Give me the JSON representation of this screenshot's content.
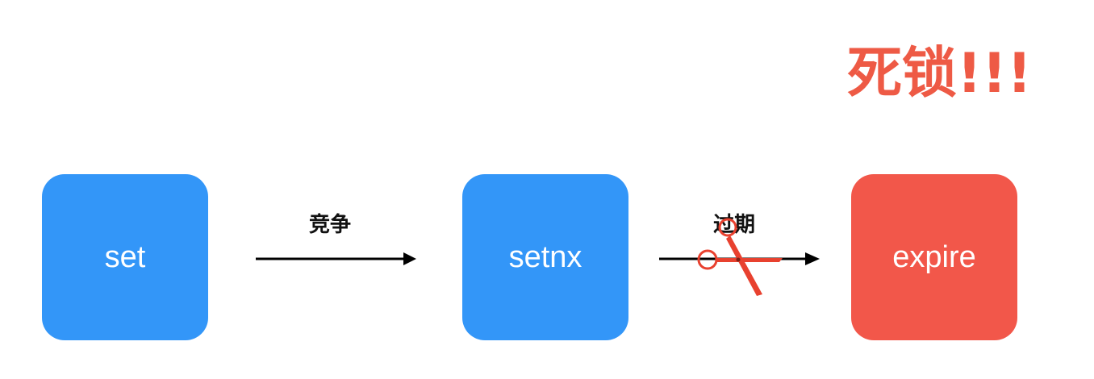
{
  "title": "死锁!!!",
  "nodes": {
    "set": "set",
    "setnx": "setnx",
    "expire": "expire"
  },
  "edges": {
    "compete": "竞争",
    "expire": "过期"
  },
  "icons": {
    "cut": "scissors-icon"
  },
  "colors": {
    "blue_node": "#3396f8",
    "red_node": "#f2574a",
    "title": "#ee5a45",
    "scissors": "#e8412f"
  }
}
